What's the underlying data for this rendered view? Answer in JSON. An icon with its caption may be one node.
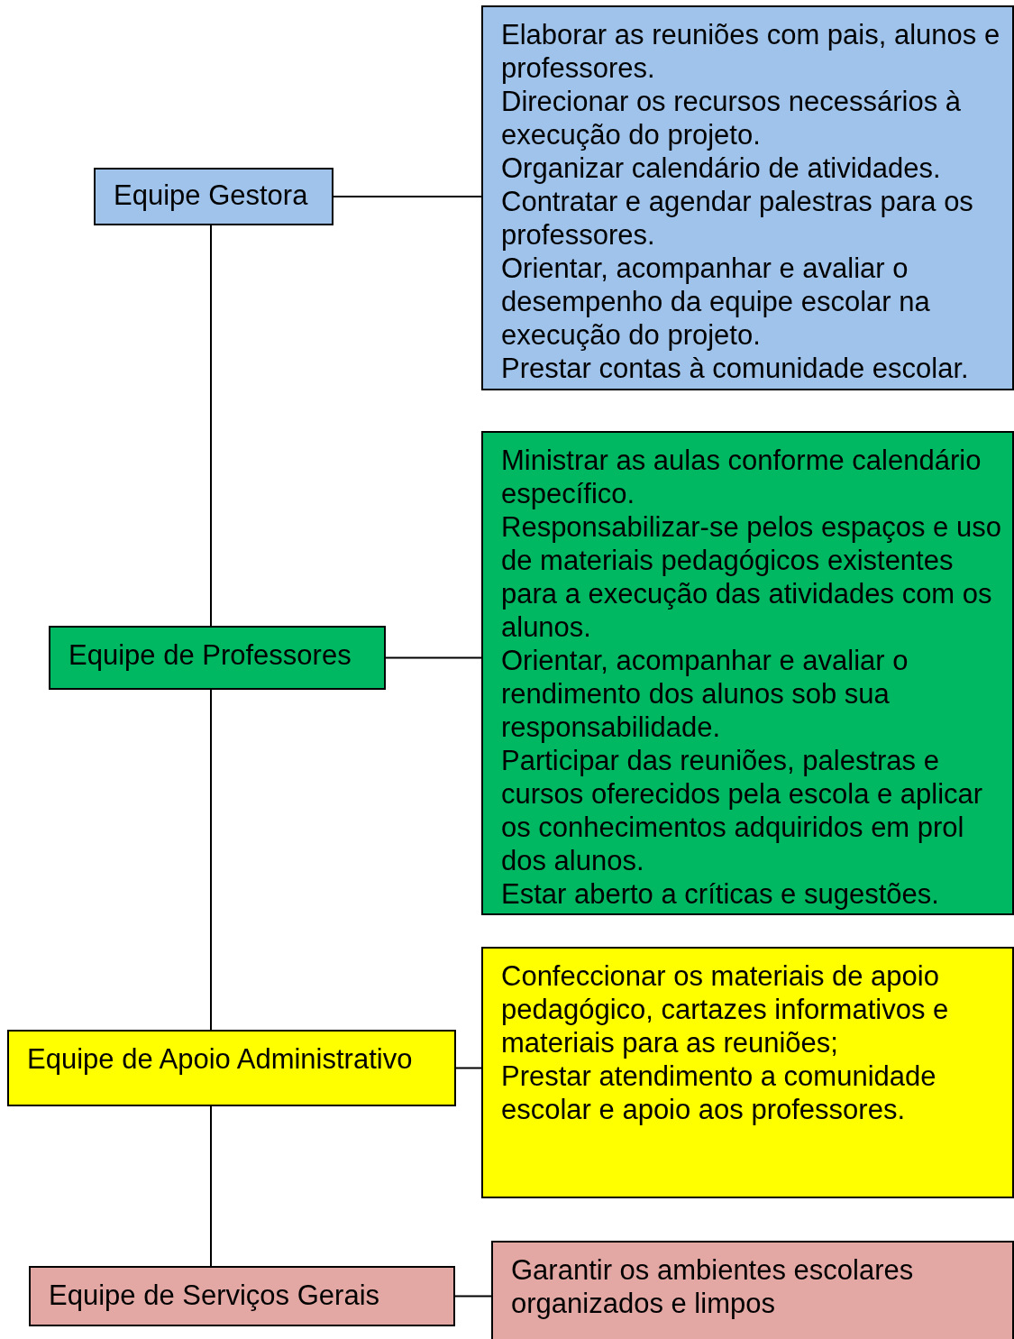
{
  "diagram": {
    "nodes": [
      {
        "text": [
          "Equipe Gestora"
        ]
      },
      {
        "text": [
          "Elaborar as reuniões com pais, alunos e professores.",
          "Direcionar os recursos necessários à execução do projeto.",
          "Organizar calendário de atividades.",
          "Contratar e agendar palestras para os professores.",
          "Orientar, acompanhar e avaliar o desempenho da equipe escolar na execução do projeto.",
          "Prestar contas à comunidade escolar."
        ]
      },
      {
        "text": [
          "Equipe de Professores"
        ]
      },
      {
        "text": [
          "Ministrar as aulas conforme calendário específico.",
          "Responsabilizar-se pelos espaços e uso de materiais pedagógicos existentes para a execução das atividades com os alunos.",
          "Orientar, acompanhar e avaliar o rendimento dos alunos sob sua responsabilidade.",
          "Participar das reuniões, palestras e cursos oferecidos pela escola e aplicar os conhecimentos adquiridos em prol dos alunos.",
          "Estar aberto a críticas e sugestões."
        ]
      },
      {
        "text": [
          "Equipe de Apoio Administrativo"
        ]
      },
      {
        "text": [
          "Confeccionar os materiais de apoio pedagógico, cartazes informativos e materiais para as reuniões;",
          "Prestar atendimento a comunidade escolar e apoio aos professores."
        ]
      },
      {
        "text": [
          "Equipe de Serviços Gerais"
        ]
      },
      {
        "text": [
          "Garantir os ambientes escolares organizados e limpos"
        ]
      }
    ],
    "edges": [
      {
        "from": 0,
        "to": 1,
        "arrow": "none"
      },
      {
        "from": 0,
        "to": 2,
        "arrow": "none"
      },
      {
        "from": 2,
        "to": 3,
        "arrow": "none"
      },
      {
        "from": 2,
        "to": 4,
        "arrow": "none"
      },
      {
        "from": 4,
        "to": 5,
        "arrow": "none"
      },
      {
        "from": 4,
        "to": 6,
        "arrow": "none"
      },
      {
        "from": 6,
        "to": 7,
        "arrow": "none"
      }
    ]
  }
}
